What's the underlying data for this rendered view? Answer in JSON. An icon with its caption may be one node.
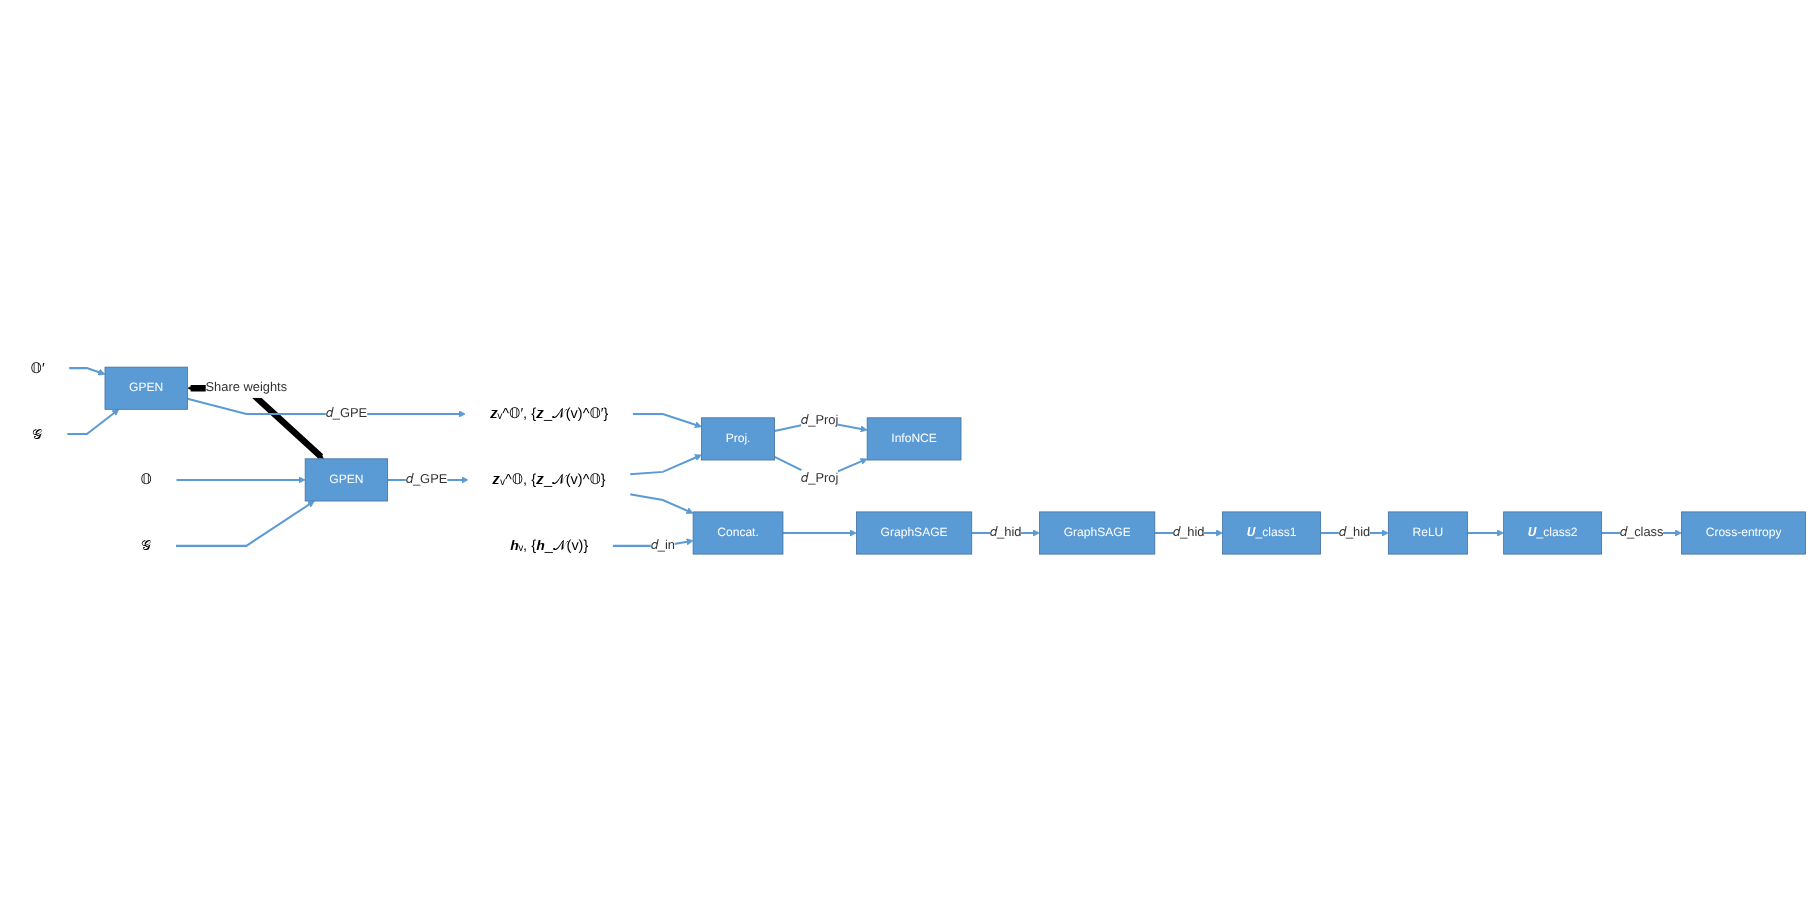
{
  "diagram": {
    "nodes": [
      {
        "text": [
          "𝕆′"
        ]
      },
      {
        "text": [
          "𝒢"
        ]
      },
      {
        "text": [
          "GPEN"
        ]
      },
      {
        "text": [
          "𝕆"
        ]
      },
      {
        "text": [
          "𝒢"
        ]
      },
      {
        "text": [
          "GPEN"
        ]
      },
      {
        "text": [
          "𝒛ᵥ^𝕆′, {𝒛_𝒩(v)^𝕆′}"
        ]
      },
      {
        "text": [
          "𝒛ᵥ^𝕆, {𝒛_𝒩(v)^𝕆}"
        ]
      },
      {
        "text": [
          "Proj."
        ]
      },
      {
        "text": [
          "InfoNCE"
        ]
      },
      {
        "text": [
          "Concat."
        ]
      },
      {
        "text": [
          "GraphSAGE"
        ]
      },
      {
        "text": [
          "GraphSAGE"
        ]
      },
      {
        "text": [
          "𝒉ᵥ, {𝒉_𝒩(v)}"
        ]
      },
      {
        "text": [
          "𝑼_class1"
        ]
      },
      {
        "text": [
          "ReLU"
        ]
      },
      {
        "text": [
          "𝑼_class2"
        ]
      },
      {
        "text": [
          "Cross-entropy"
        ]
      }
    ],
    "edges": [
      {
        "from": 0,
        "to": 2,
        "arrow": "to"
      },
      {
        "from": 1,
        "to": 2,
        "arrow": "to"
      },
      {
        "from": 3,
        "to": 5,
        "arrow": "to"
      },
      {
        "from": 4,
        "to": 5,
        "arrow": "to"
      },
      {
        "from": 2,
        "to": 5,
        "arrow": "both",
        "label": "Share weights",
        "style": "thick",
        "color": "#000000"
      },
      {
        "from": 2,
        "to": 6,
        "arrow": "to",
        "label": "𝑑_GPE"
      },
      {
        "from": 5,
        "to": 7,
        "arrow": "to",
        "label": "𝑑_GPE"
      },
      {
        "from": 6,
        "to": 8,
        "arrow": "to"
      },
      {
        "from": 7,
        "to": 8,
        "arrow": "to"
      },
      {
        "from": 8,
        "to": 9,
        "arrow": "to",
        "label": "𝑑_Proj"
      },
      {
        "from": 8,
        "to": 9,
        "arrow": "to",
        "label": "𝑑_Proj"
      },
      {
        "from": 7,
        "to": 10,
        "arrow": "to"
      },
      {
        "from": 13,
        "to": 10,
        "arrow": "to",
        "label": "𝑑_in"
      },
      {
        "from": 10,
        "to": 11,
        "arrow": "to"
      },
      {
        "from": 11,
        "to": 12,
        "arrow": "to",
        "label": "𝑑_hid"
      },
      {
        "from": 12,
        "to": 14,
        "arrow": "to",
        "label": "𝑑_hid"
      },
      {
        "from": 14,
        "to": 15,
        "arrow": "to",
        "label": "𝑑_hid"
      },
      {
        "from": 15,
        "to": 16,
        "arrow": "to"
      },
      {
        "from": 16,
        "to": 17,
        "arrow": "to",
        "label": "𝑑_class"
      }
    ]
  }
}
